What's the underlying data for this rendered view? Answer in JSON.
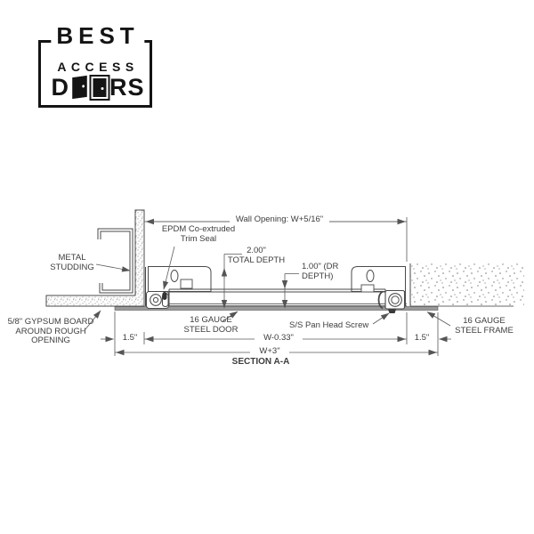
{
  "logo": {
    "word1": "BEST",
    "word2": "ACCESS",
    "doors_d": "D",
    "doors_rs": "RS"
  },
  "labels": {
    "wall_opening": "Wall Opening: W+5/16\"",
    "epdm_1": "EPDM Co-extruded",
    "epdm_2": "Trim Seal",
    "stud_1": "METAL",
    "stud_2": "STUDDING",
    "depth_1": "2.00\"",
    "depth_2": "TOTAL DEPTH",
    "dr_1": "1.00\" (DR",
    "dr_2": "DEPTH)",
    "gyp_1": "5/8\" GYPSUM BOARD",
    "gyp_2": "AROUND ROUGH",
    "gyp_3": "OPENING",
    "door_1": "16 GAUGE",
    "door_2": "STEEL DOOR",
    "screw": "S/S Pan Head Screw",
    "frame_1": "16 GAUGE",
    "frame_2": "STEEL FRAME",
    "section_title": "SECTION A-A"
  },
  "dimensions": {
    "left_flange": "1.5\"",
    "door_width": "W-0.33\"",
    "overall_width": "W+3\"",
    "right_flange": "1.5\""
  },
  "colors": {
    "line": "#4a4a4a",
    "dim_line": "#5a5a5a",
    "text": "#3d3d3d",
    "flange_fill": "#9a9a9a",
    "logo": "#141414"
  }
}
